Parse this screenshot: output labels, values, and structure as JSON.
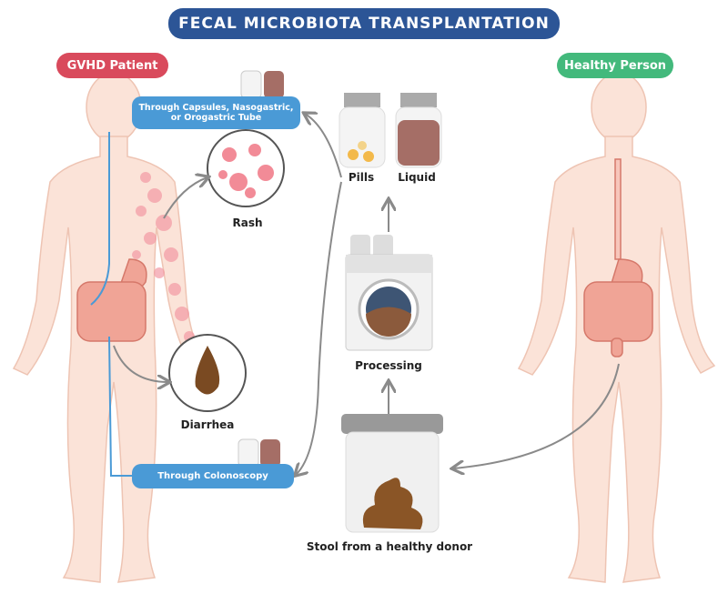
{
  "title": "FECAL MICROBIOTA TRANSPLANTATION",
  "patient_label": "GVHD Patient",
  "donor_label": "Healthy Person",
  "routes": {
    "upper": "Through Capsules, Nasogastric, or Orogastric Tube",
    "lower": "Through Colonoscopy"
  },
  "symptoms": {
    "rash": "Rash",
    "diarrhea": "Diarrhea"
  },
  "steps": {
    "pills": "Pills",
    "liquid": "Liquid",
    "processing": "Processing",
    "stool": "Stool from a healthy donor"
  },
  "colors": {
    "title": "#2c5596",
    "patient": "#d94a5c",
    "donor": "#43b97c",
    "route": "#4a9ad6",
    "skin": "#fbe3d8",
    "arrow": "#8a8a8a"
  }
}
